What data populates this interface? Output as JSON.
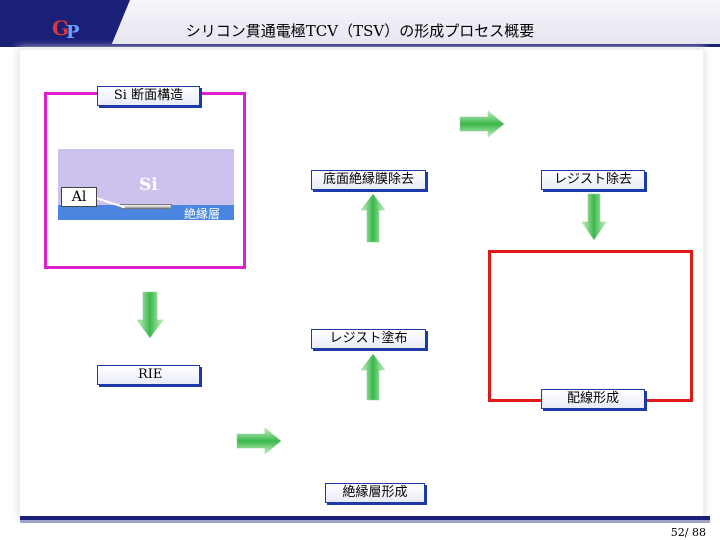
{
  "header": {
    "logo_letters": [
      "G",
      "P"
    ],
    "title": "シリコン貫通電極TCV（TSV）の形成プロセス概要"
  },
  "steps": {
    "si_cross_section": "Si 断面構造",
    "rie": "RIE",
    "bottom_insulation_removal": "底面絶縁膜除去",
    "resist_coating": "レジスト塗布",
    "insulation_layer_formation": "絶縁層形成",
    "resist_removal": "レジスト除去",
    "wiring_formation": "配線形成"
  },
  "cross_section": {
    "si_label": "Si",
    "insulation_label": "絶縁層",
    "al_label": "Al"
  },
  "footer": {
    "page": "52/ 88"
  },
  "colors": {
    "header_navy": "#1a1f78",
    "highlight_magenta": "#e020c8",
    "highlight_red": "#e01818",
    "si_fill": "#cdc2ee",
    "insulation_fill": "#4a86e0",
    "arrow_green": "#3ab84a",
    "label_border": "#1e3aa8"
  },
  "icons": {
    "arrow": "green-gradient-block-arrow"
  }
}
